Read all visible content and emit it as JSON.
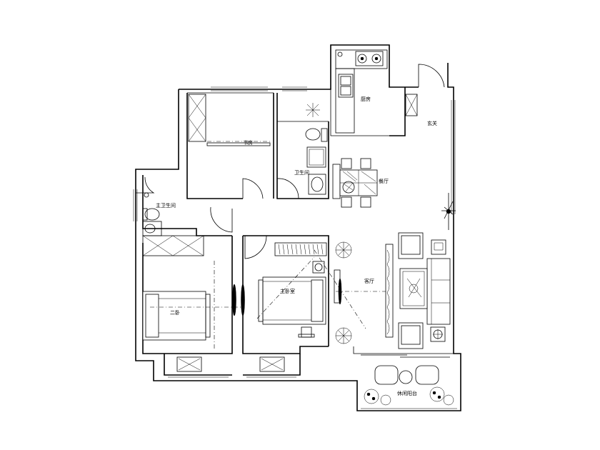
{
  "rooms": {
    "kitchen": "厨房",
    "entrance": "玄关",
    "study": "书房",
    "public_bath": "卫生间",
    "dining": "餐厅",
    "master_bath": "主卫生间",
    "second_bedroom": "二卧",
    "master_bedroom": "主卧室",
    "living": "客厅",
    "balcony": "休闲阳台"
  }
}
